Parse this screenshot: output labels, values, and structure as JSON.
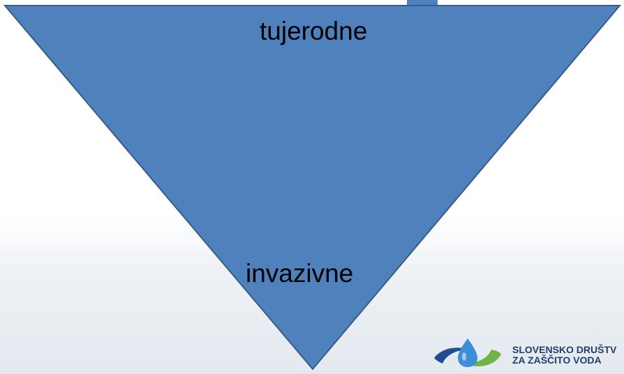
{
  "diagram": {
    "shape": "inverted-triangle",
    "fill_color": "#4f81bd",
    "stroke_color": "#395b86",
    "top_label": "tujerodne",
    "bottom_label": "invazivne"
  },
  "logo": {
    "line1": "SLOVENSKO DRUŠTV",
    "line2": "ZA ZAŠČITO VODA",
    "colors": {
      "drop": "#3b8fd6",
      "swoosh_left": "#1f4f8f",
      "swoosh_right": "#6fb446"
    }
  },
  "background": {
    "top": "#ffffff",
    "bottom": "#e3e9ef"
  }
}
